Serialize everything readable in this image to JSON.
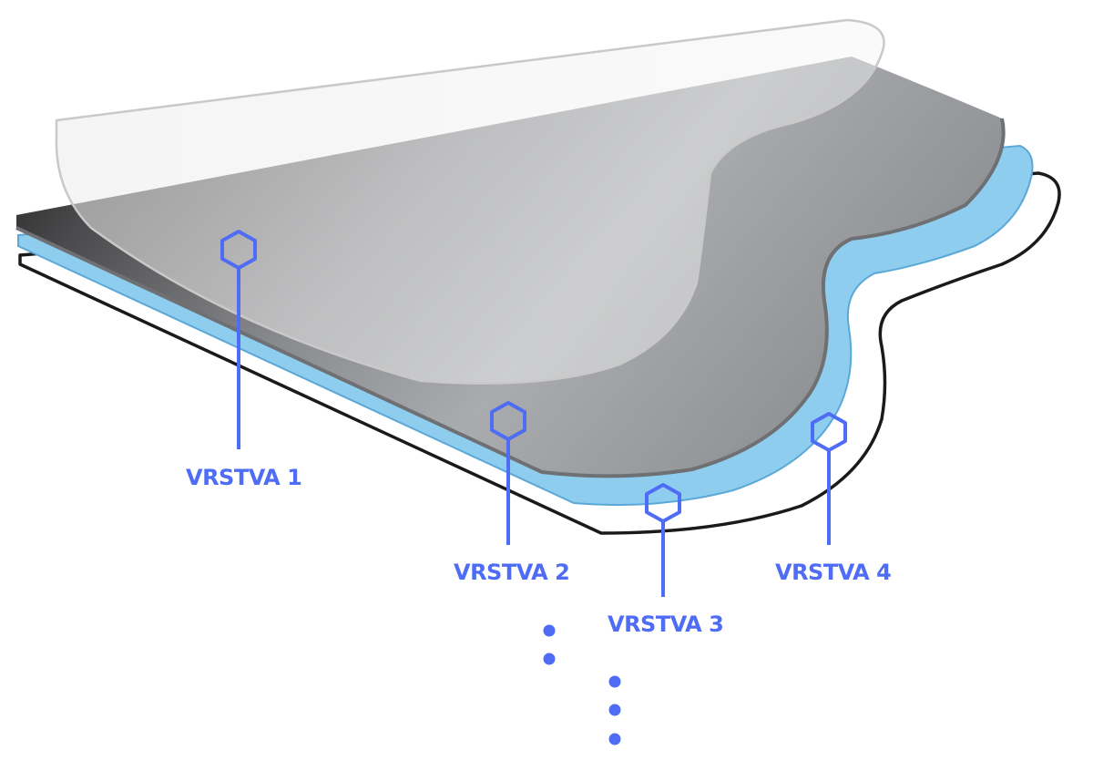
{
  "diagram": {
    "accent_color": "#4f6cf5",
    "layers": [
      {
        "label": "VRSTVA 1"
      },
      {
        "label": "VRSTVA 2"
      },
      {
        "label": "VRSTVA 3"
      },
      {
        "label": "VRSTVA 4"
      }
    ]
  }
}
